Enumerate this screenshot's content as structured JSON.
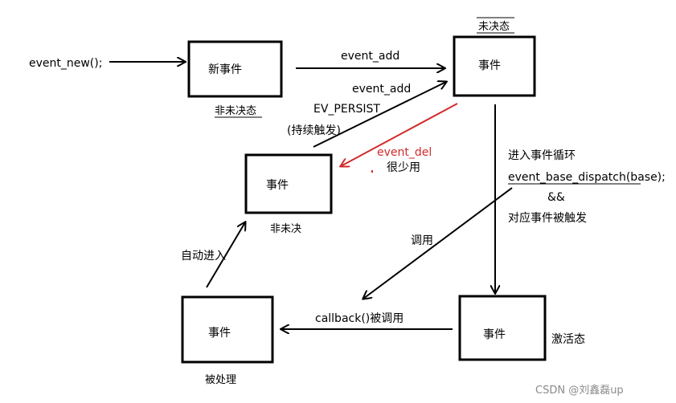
{
  "diagram": {
    "event_new": "event_new();",
    "box_new": "新事件",
    "label_non_pending_1": "非未决态",
    "label_event_add_top": "event_add",
    "label_pending": "未决态",
    "box_pending": "事件",
    "label_event_add_2": "event_add",
    "label_ev_persist": "EV_PERSIST",
    "label_persist_cn": "(持续触发)",
    "label_event_del": "event_del",
    "label_rarely": "很少用",
    "box_non_pending": "事件",
    "label_non_pending_2": "非未决",
    "label_enter_loop": "进入事件循环",
    "label_dispatch": "event_base_dispatch(base);",
    "label_and": "&&",
    "label_triggered": "对应事件被触发",
    "label_call": "调用",
    "label_auto_enter": "自动进入",
    "box_handled": "事件",
    "label_handled": "被处理",
    "label_callback": "callback()被调用",
    "box_active": "事件",
    "label_active": "激活态",
    "watermark": "CSDN @刘鑫磊up"
  },
  "colors": {
    "ink": "#000000",
    "accent_red": "#d22b2b",
    "watermark": "#8a8a8a"
  }
}
